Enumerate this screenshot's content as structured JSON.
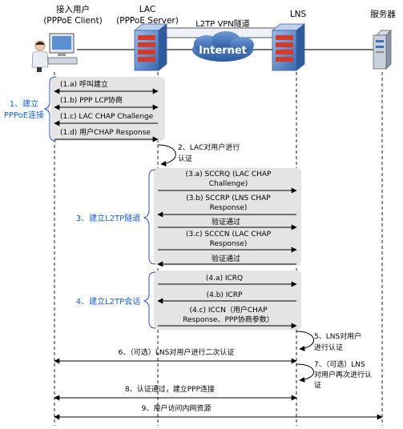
{
  "nodes": {
    "user": {
      "line1": "接入用户",
      "line2": "(PPPoE Client)"
    },
    "lac": {
      "line1": "LAC",
      "line2": "(PPPoE Server)"
    },
    "lns": {
      "line1": "LNS"
    },
    "server": {
      "line1": "服务器"
    }
  },
  "network": {
    "tunnel_label": "L2TP VPN隧道",
    "cloud_label": "Internet"
  },
  "phases": {
    "p1": {
      "line1": "1、建立",
      "line2": "PPPoE连接"
    },
    "p3": {
      "line1": "3、建立L2TP隧道"
    },
    "p4": {
      "line1": "4、建立L2TP会话"
    }
  },
  "messages": {
    "m1a": "(1.a) 呼叫建立",
    "m1b": "(1.b) PPP LCP协商",
    "m1c": "(1.c) LAC CHAP Challenge",
    "m1d": "(1.d) 用户CHAP Response",
    "m3a_l1": "(3.a) SCCRQ (LAC CHAP",
    "m3a_l2": "Challenge)",
    "m3b_l1": "(3.b) SCCRP (LNS CHAP",
    "m3b_l2": "Response)",
    "m3v1": "验证通过",
    "m3c_l1": "(3.c) SCCCN (LAC CHAP",
    "m3c_l2": "Response)",
    "m3v2": "验证通过",
    "m4a": "(4.a) ICRQ",
    "m4b": "(4.b) ICRP",
    "m4c_l1": "(4.c) ICCN（用户CHAP",
    "m4c_l2": "Response、PPP协商参数）",
    "m6": "6、（可选）LNS对用户进行二次认证",
    "m8": "8、认证通过，建立PPP连接",
    "m9": "9、用户访问内网资源"
  },
  "self_steps": {
    "s2_l1": "2、LAC对用户进行",
    "s2_l2": "认证",
    "s5_l1": "5、LNS对用户",
    "s5_l2": "进行认证",
    "s7_l1": "7、（可选）LNS",
    "s7_l2": "对用户再次进行认",
    "s7_l3": "证"
  },
  "colors": {
    "lifeline": "#222222",
    "panel": "#e4e4e4",
    "phase_text": "#1a5fd6",
    "phase_brace": "#2a4bd0",
    "device_blue": "#5a88c6",
    "cloud_blue": "#3f6fb6"
  },
  "icons": {
    "user": "pc-user-icon",
    "lac": "firewall-router-icon",
    "lns": "firewall-router-icon",
    "server": "server-icon"
  }
}
